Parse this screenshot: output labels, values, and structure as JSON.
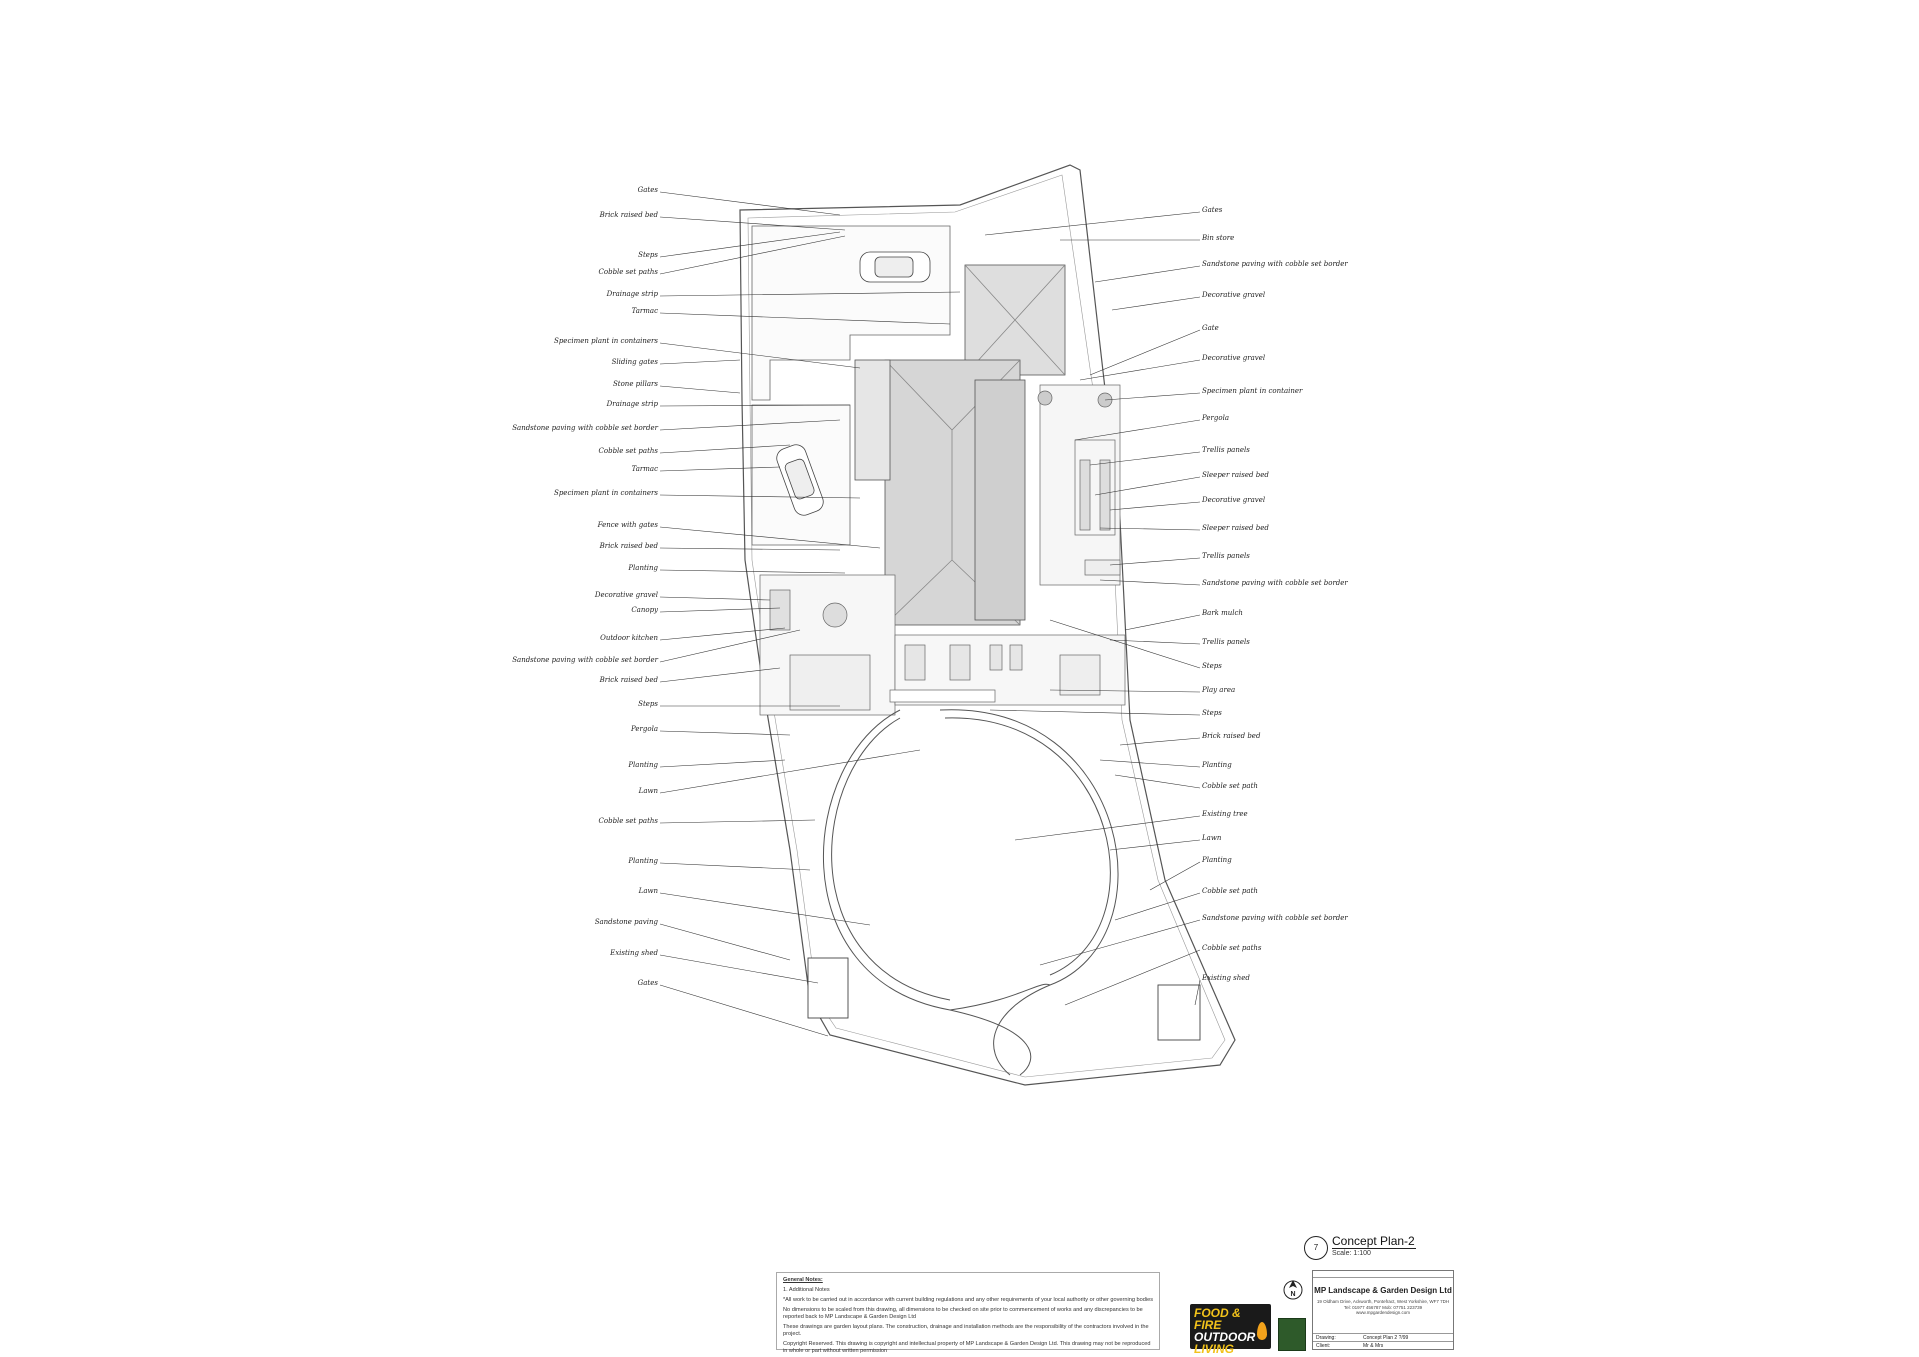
{
  "labels_left": [
    "Gates",
    "Brick raised bed",
    "Steps",
    "Cobble set paths",
    "Drainage strip",
    "Tarmac",
    "Specimen plant in containers",
    "Sliding gates",
    "Stone pillars",
    "Drainage strip",
    "Sandstone paving with cobble set border",
    "Cobble set paths",
    "Tarmac",
    "Specimen plant in containers",
    "Fence with gates",
    "Brick raised bed",
    "Planting",
    "Decorative gravel",
    "Canopy",
    "Outdoor kitchen",
    "Sandstone paving with cobble set border",
    "Brick raised bed",
    "Steps",
    "Pergola",
    "Planting",
    "Lawn",
    "Cobble set paths",
    "Planting",
    "Lawn",
    "Sandstone paving",
    "Existing shed",
    "Gates"
  ],
  "labels_right": [
    "Gates",
    "Bin store",
    "Sandstone paving with cobble set border",
    "Decorative gravel",
    "Gate",
    "Decorative gravel",
    "Specimen plant in container",
    "Pergola",
    "Trellis panels",
    "Sleeper raised bed",
    "Decorative gravel",
    "Sleeper raised bed",
    "Trellis panels",
    "Sandstone paving with cobble set border",
    "Bark mulch",
    "Trellis panels",
    "Steps",
    "Play area",
    "Steps",
    "Brick raised bed",
    "Planting",
    "Cobble set path",
    "Existing tree",
    "Lawn",
    "Planting",
    "Cobble set path",
    "Sandstone paving with cobble set border",
    "Cobble set paths",
    "Existing shed"
  ],
  "plan": {
    "number": "7",
    "title": "Concept Plan-2",
    "scale": "Scale: 1:100"
  },
  "notes": {
    "heading": "General Notes:",
    "lines": [
      "1. Additional Notes",
      "*All work to be carried out in accordance with current building regulations and any other requirements of your local authority or other governing bodies",
      "No dimensions to be scaled from this drawing, all dimensions to be checked on site prior to commencement of works and any discrepancies to be reported back to MP Landscape & Garden Design Ltd",
      "These drawings are garden layout plans. The construction, drainage and installation methods are the responsibility of the contractors involved in the project.",
      "Copyright Reserved. This drawing is copyright and intellectual property of MP Landscape & Garden Design Ltd. This drawing may not be reproduced in whole or part without written permission"
    ]
  },
  "brand": {
    "line1": "FOOD & FIRE",
    "line2": "OUTDOOR",
    "line3": "LIVING"
  },
  "titleblock": {
    "company": "MP Landscape & Garden Design Ltd",
    "address": "19 Oldham Drive, Ackworth, Pontefract, West Yorkshire, WF7 7DH",
    "contact": "Tel: 01977 456787  Mob: 07751 223739",
    "web": "www.mpgardendesign.com",
    "drawing_label": "Drawing:",
    "drawing_value": "Concept Plan 2 ?/99",
    "client_label": "Client:",
    "client_value": "Mr & Mrs"
  },
  "colors": {
    "line": "#333333",
    "house": "#d9d9d9",
    "paving": "#f3f3f3",
    "brand_bg": "#1a1a1a",
    "brand_yellow": "#f2c21b"
  }
}
